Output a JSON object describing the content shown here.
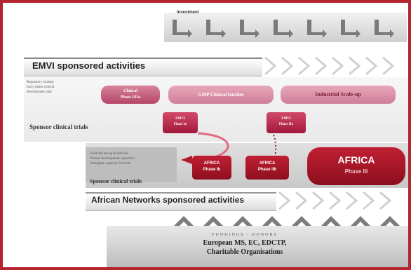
{
  "top": {
    "label": "Investment"
  },
  "emvi": {
    "title": "EMVI sponsored activities",
    "left_text": [
      "Regulatory strategy",
      "Early phase clinical",
      "development plan"
    ],
    "sponsor_label": "Sponsor clinical trials",
    "pill_1": [
      "Clinical",
      "Phase I/IIa"
    ],
    "pill_2": "GMP Clinical batches",
    "pill_3": "Industrial Scale-up",
    "cyl_1": [
      "EMVI",
      "Phase Ia"
    ],
    "cyl_2": [
      "EMVI",
      "Phase IIa"
    ]
  },
  "africa": {
    "left_text": [
      "Field site set-up & network",
      "Product development capacities",
      "Strengthen capacity for trials"
    ],
    "sponsor_label": "Sponsor clinical trials",
    "cyl_1": [
      "AFRICA",
      "Phase Ib"
    ],
    "cyl_2": [
      "AFRICA",
      "Phase IIb"
    ],
    "big_title": "AFRICA",
    "big_sub": "Phase III"
  },
  "african_networks": {
    "title": "African Networks sponsored activities"
  },
  "funding": {
    "heading": "FUNDINGS / DONORS",
    "line_1": "European MS, EC, EDCTP,",
    "line_2": "Charitable Organisations"
  },
  "colors": {
    "frame": "#b3242f",
    "red": "#b01a2c",
    "pink": "#c5577a"
  }
}
